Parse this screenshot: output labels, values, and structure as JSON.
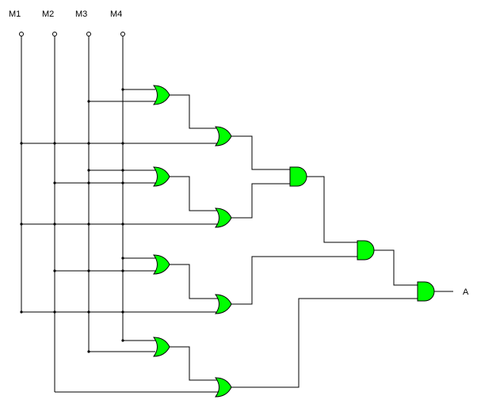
{
  "inputs": [
    {
      "id": "m1",
      "label": "M1"
    },
    {
      "id": "m2",
      "label": "M2"
    },
    {
      "id": "m3",
      "label": "M3"
    },
    {
      "id": "m4",
      "label": "M4"
    }
  ],
  "output": {
    "id": "a",
    "label": "A"
  },
  "gate_colors": {
    "fill": "#00ff00",
    "stroke": "#000000"
  },
  "gate_types": [
    "OR",
    "AND"
  ]
}
